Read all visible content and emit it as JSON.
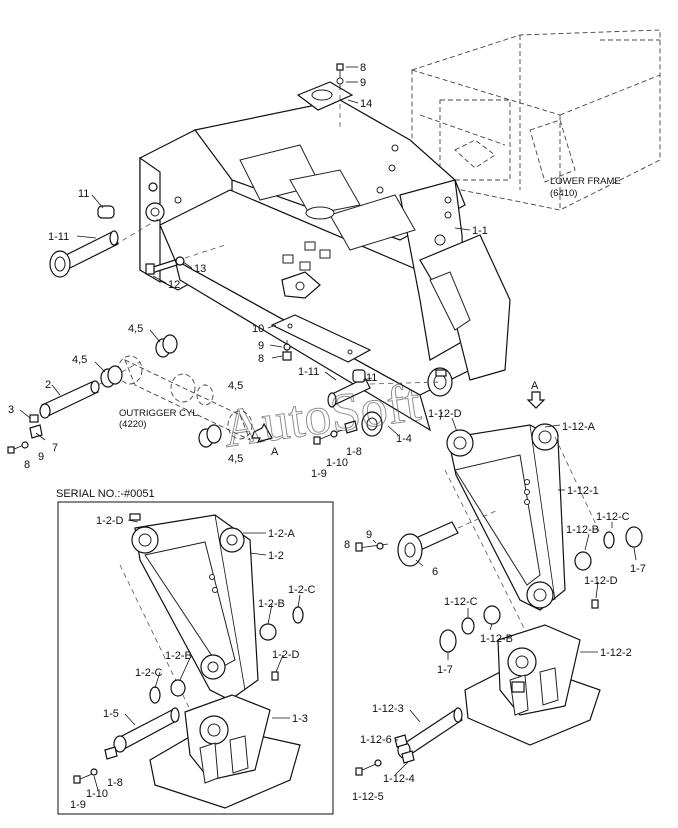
{
  "serial_note": "SERIAL NO.:-#0051",
  "watermark": "AutoSoft",
  "callouts": {
    "lower_frame": [
      "LOWER FRAME",
      "(6410)"
    ],
    "outrigger_cyl": [
      "OUTRIGGER CYL",
      "(4220)"
    ],
    "arrow_a": "A"
  },
  "labels": {
    "p8_top": "8",
    "p9_top": "9",
    "p14": "14",
    "p11_a": "11",
    "p1_11": "1-11",
    "p1_1": "1-1",
    "p13": "13",
    "p12": "12",
    "p4_5_a": "4,5",
    "p4_5_b": "4,5",
    "p4_5_c": "4,5",
    "p4_5_d": "4,5",
    "p10": "10",
    "p9_mid": "9",
    "p8_mid": "8",
    "p1_11_b": "1-11",
    "p11_b": "11",
    "p2": "2",
    "p3": "3",
    "p7_a": "7",
    "p9_left": "9",
    "p8_left": "8",
    "p1_12_d_top": "1-12-D",
    "p1_4": "1-4",
    "p1_8_top": "1-8",
    "p1_9_top": "1-9",
    "p1_10_top": "1-10",
    "p1_12_a": "1-12-A",
    "p1_12_1": "1-12-1",
    "p1_12_c_r": "1-12-C",
    "p1_12_b_r": "1-12-B",
    "p1_7_r": "1-7",
    "p1_12_d_r": "1-12-D",
    "p9_r": "9",
    "p8_r": "8",
    "p6": "6",
    "p1_12_c_m": "1-12-C",
    "p1_12_b_m": "1-12-B",
    "p1_7_m": "1-7",
    "p1_12_2": "1-12-2",
    "p1_12_3": "1-12-3",
    "p1_12_6": "1-12-6",
    "p1_12_4": "1-12-4",
    "p1_12_5": "1-12-5",
    "p1_2_d": "1-2-D",
    "p1_2_a": "1-2-A",
    "p1_2": "1-2",
    "p1_2_c_r": "1-2-C",
    "p1_2_b_r": "1-2-B",
    "p1_2_d_r": "1-2-D",
    "p1_2_b_l": "1-2-B",
    "p1_2_c_l": "1-2-C",
    "p1_5": "1-5",
    "p1_3": "1-3",
    "p1_8_b": "1-8",
    "p1_10_b": "1-10",
    "p1_9_b": "1-9"
  }
}
